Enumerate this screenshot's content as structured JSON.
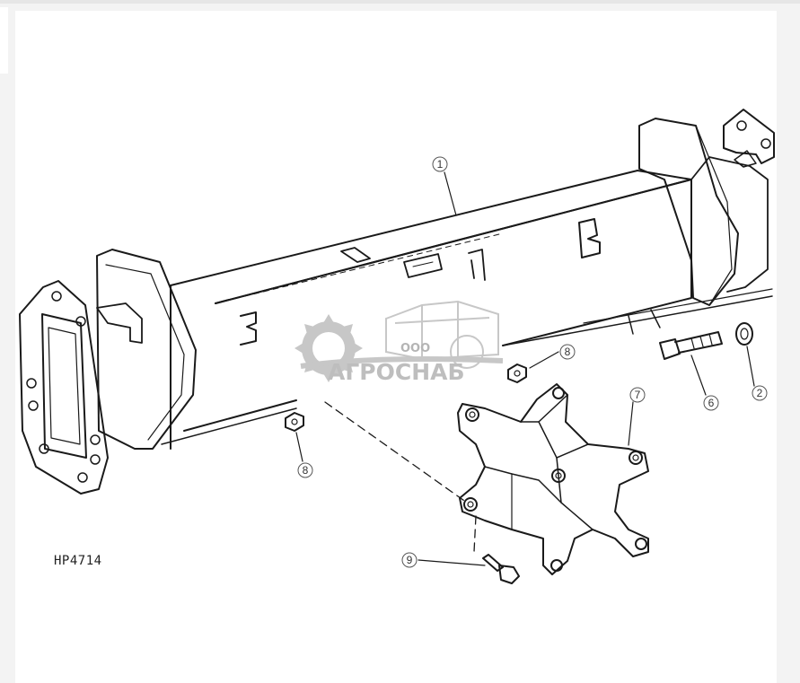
{
  "figure": {
    "code": "HP4714",
    "callouts": [
      {
        "id": "1",
        "label": "1"
      },
      {
        "id": "2",
        "label": "2"
      },
      {
        "id": "6",
        "label": "6"
      },
      {
        "id": "7",
        "label": "7"
      },
      {
        "id": "8a",
        "label": "8"
      },
      {
        "id": "8b",
        "label": "8"
      },
      {
        "id": "9",
        "label": "9"
      }
    ]
  },
  "watermark": {
    "company_form": "ООО",
    "company_name": "АГРОСНАБ"
  },
  "colors": {
    "line": "#1a1a1a",
    "watermark": "#9a9a9a",
    "page": "#ffffff",
    "background": "#f3f3f3"
  }
}
